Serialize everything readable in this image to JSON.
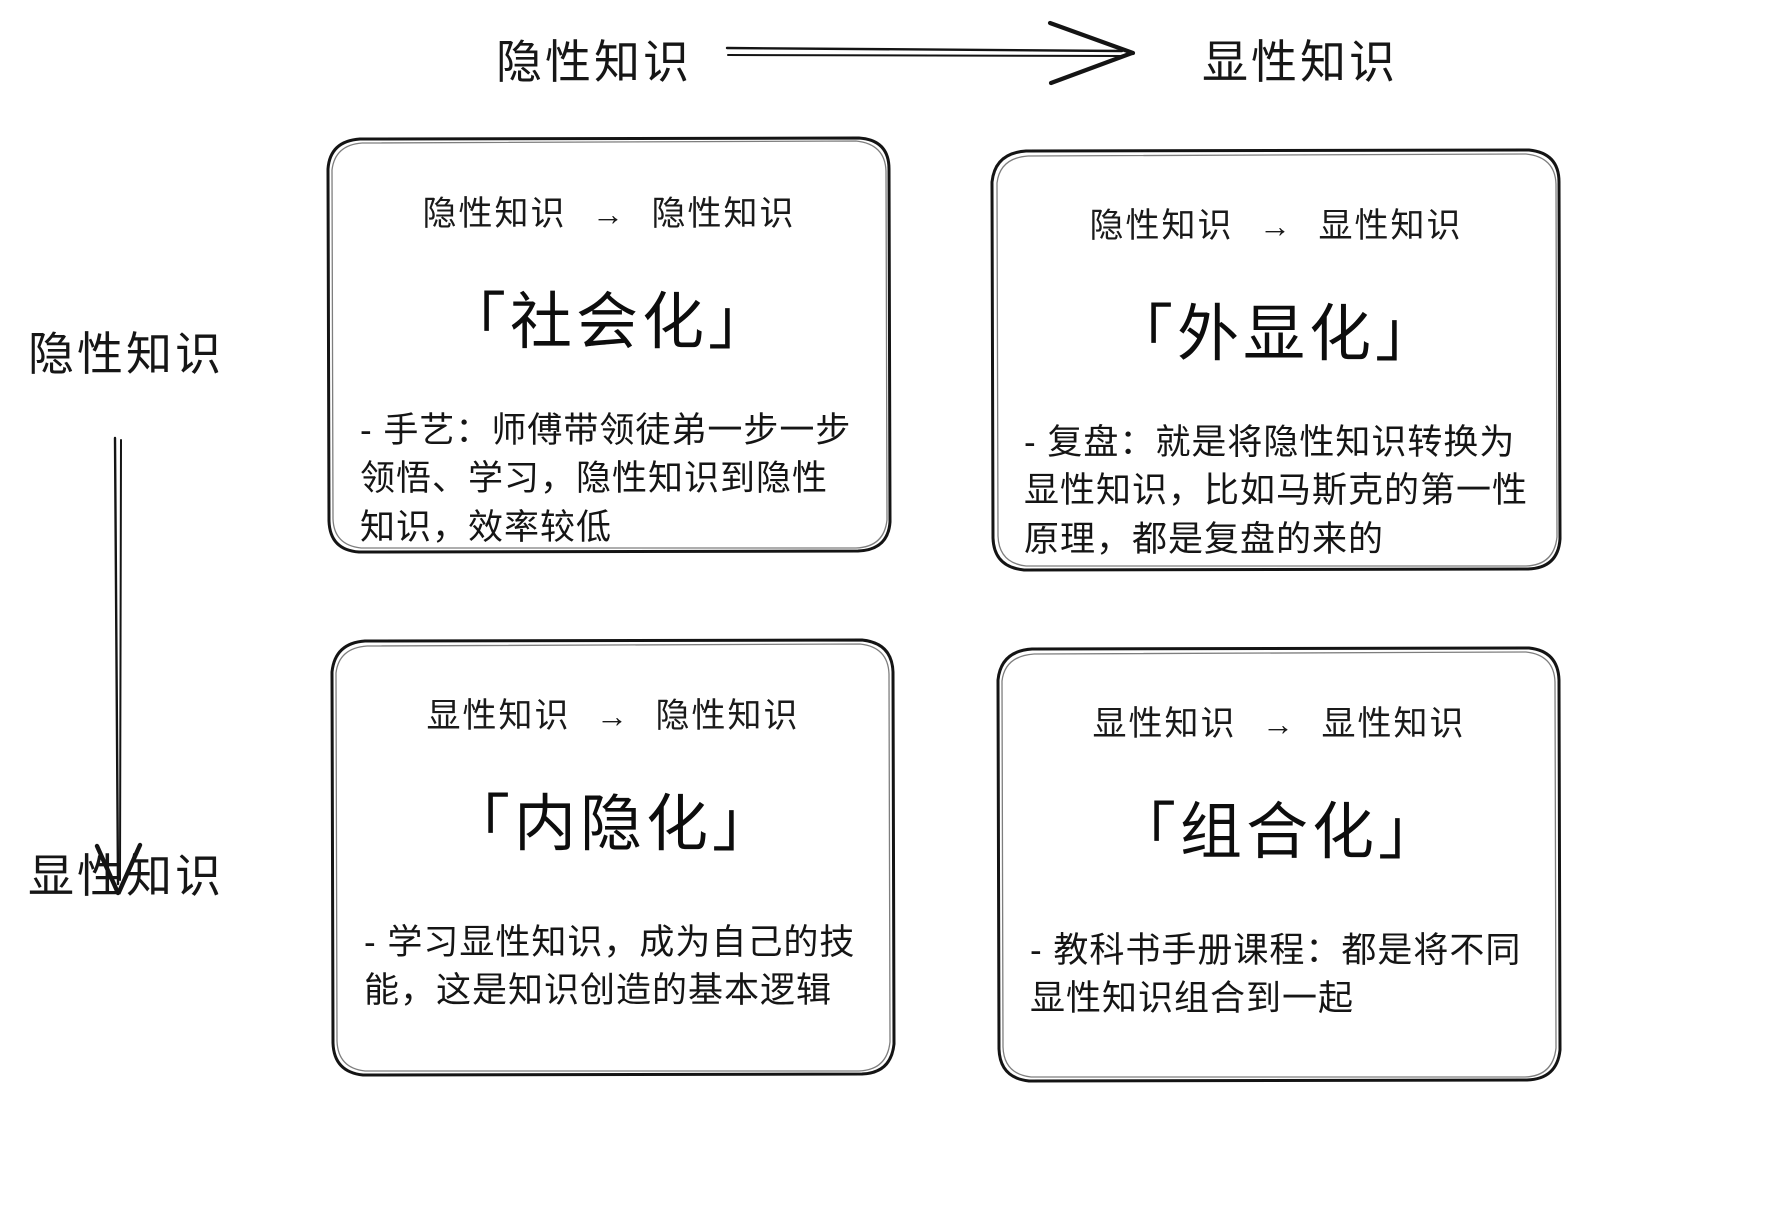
{
  "axes": {
    "horizontal": {
      "from_label": "隐性知识",
      "to_label": "显性知识",
      "arrow_icon": "right-arrow-icon"
    },
    "vertical": {
      "from_label": "隐性知识",
      "to_label": "显性知识",
      "arrow_icon": "down-arrow-icon"
    }
  },
  "arrow_glyph": "→",
  "quadrants": [
    {
      "id": "socialization",
      "header_from": "隐性知识",
      "header_to": "隐性知识",
      "title": "「社会化」",
      "body": "- 手艺：师傅带领徒弟一步一步领悟、学习，隐性知识到隐性知识，效率较低"
    },
    {
      "id": "externalization",
      "header_from": "隐性知识",
      "header_to": "显性知识",
      "title": "「外显化」",
      "body": "- 复盘：就是将隐性知识转换为显性知识，比如马斯克的第一性原理，都是复盘的来的"
    },
    {
      "id": "internalization",
      "header_from": "显性知识",
      "header_to": "隐性知识",
      "title": "「内隐化」",
      "body": "- 学习显性知识，成为自己的技能，这是知识创造的基本逻辑"
    },
    {
      "id": "combination",
      "header_from": "显性知识",
      "header_to": "显性知识",
      "title": "「组合化」",
      "body": "- 教科书手册课程：都是将不同显性知识组合到一起"
    }
  ],
  "colors": {
    "ink": "#1a1a1a",
    "background": "#ffffff"
  }
}
